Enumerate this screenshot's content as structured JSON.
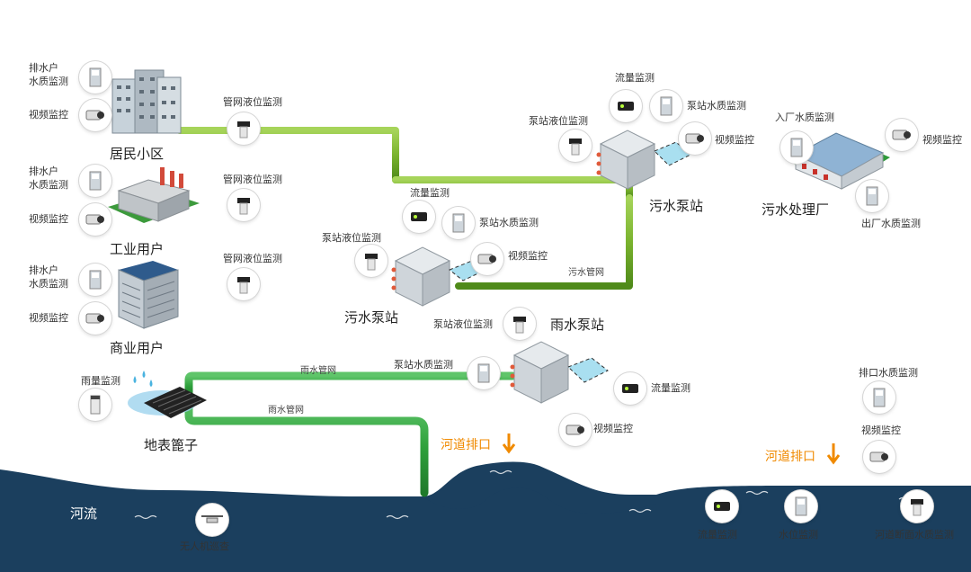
{
  "colors": {
    "pipe": "#7ab32e",
    "pipe_dark": "#4f8a1a",
    "river": "#1b3f5e",
    "outfall": "#f08a00"
  },
  "river": {
    "label": "河流",
    "drone_label": "无人机巡查"
  },
  "residential": {
    "label": "居民小区",
    "drainer_quality": "排水户\n水质监测",
    "video": "视频监控",
    "pipe_level": "管网液位监测"
  },
  "industrial": {
    "label": "工业用户",
    "drainer_quality": "排水户\n水质监测",
    "video": "视频监控",
    "pipe_level": "管网液位监测"
  },
  "commercial": {
    "label": "商业用户",
    "drainer_quality": "排水户\n水质监测",
    "video": "视频监控",
    "pipe_level": "管网液位监测"
  },
  "sewage_pump_1": {
    "label": "污水泵站",
    "flow": "流量监测",
    "station_quality": "泵站水质监测",
    "station_level": "泵站液位监测",
    "video": "视频监控",
    "pipe_label": "污水管网"
  },
  "sewage_pump_2": {
    "label": "污水泵站",
    "flow": "流量监测",
    "station_quality": "泵站水质监测",
    "station_level": "泵站液位监测",
    "video": "视频监控"
  },
  "plant": {
    "label": "污水处理厂",
    "inlet_quality": "入厂水质监测",
    "outlet_quality": "出厂水质监测",
    "video": "视频监控",
    "discharge_quality": "排口水质监测",
    "discharge_video": "视频监控",
    "outfall": "河道排口"
  },
  "rain_pump": {
    "label": "雨水泵站",
    "station_level": "泵站液位监测",
    "station_quality": "泵站水质监测",
    "flow": "流量监测",
    "video": "视频监控",
    "outfall": "河道排口"
  },
  "rainfall": {
    "rain_gauge": "雨量监测",
    "grate": "地表篦子",
    "pipe_a": "雨水管网",
    "pipe_b": "雨水管网"
  },
  "river_monitoring": {
    "flow": "流量监测",
    "level": "水位监测",
    "section_quality": "河道断面水质监测"
  }
}
